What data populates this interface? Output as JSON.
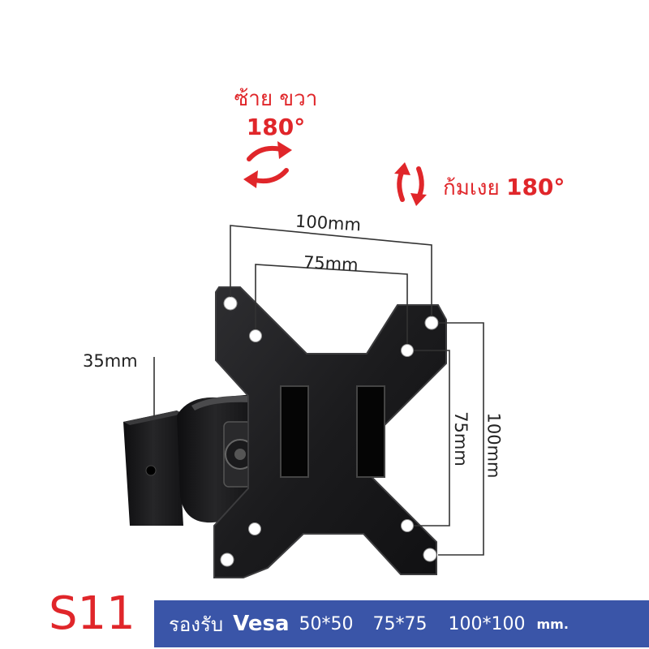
{
  "swivel": {
    "label": "ซ้าย ขวา",
    "degrees": "180°"
  },
  "tilt": {
    "label": "ก้มเงย",
    "degrees": "180°"
  },
  "dimensions": {
    "top_outer": "100mm",
    "top_inner": "75mm",
    "right_inner": "75mm",
    "right_outer": "100mm",
    "depth": "35mm"
  },
  "model": "S11",
  "banner": {
    "lead": "รองรับ",
    "standard": "Vesa",
    "sizes": [
      "50*50",
      "75*75",
      "100*100"
    ],
    "unit": "mm."
  },
  "colors": {
    "accent_red": "#e0262a",
    "banner_blue": "#3a55a8",
    "plate_black": "#1b1b1d"
  }
}
